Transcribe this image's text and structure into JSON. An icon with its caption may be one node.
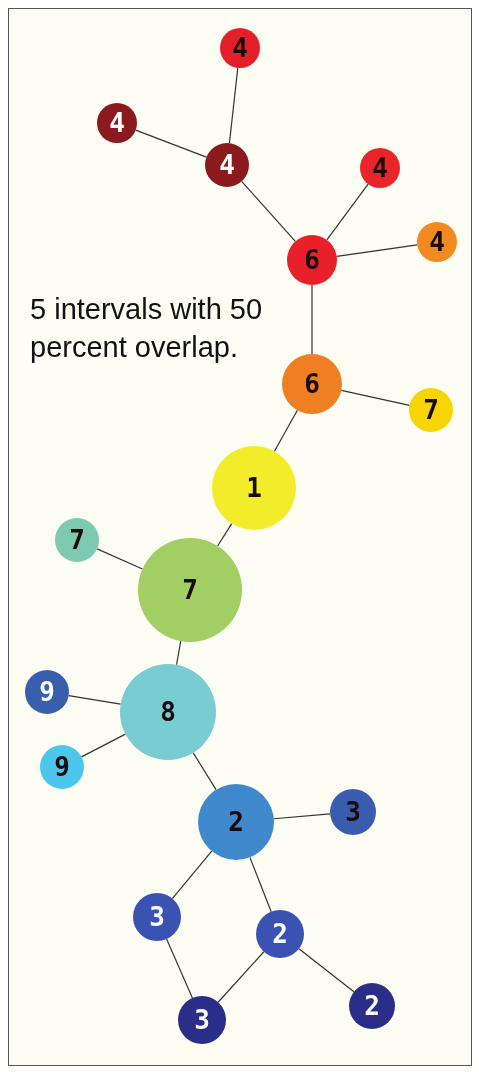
{
  "diagram": {
    "nodes": [
      {
        "text": [
          "4"
        ]
      },
      {
        "text": [
          "4"
        ]
      },
      {
        "text": [
          "4"
        ]
      },
      {
        "text": [
          "4"
        ]
      },
      {
        "text": [
          "6"
        ]
      },
      {
        "text": [
          "4"
        ]
      },
      {
        "text": [
          "6"
        ]
      },
      {
        "text": [
          "7"
        ]
      },
      {
        "text": [
          "1"
        ]
      },
      {
        "text": [
          "7"
        ]
      },
      {
        "text": [
          "7"
        ]
      },
      {
        "text": [
          "9"
        ]
      },
      {
        "text": [
          "8"
        ]
      },
      {
        "text": [
          "9"
        ]
      },
      {
        "text": [
          "2"
        ]
      },
      {
        "text": [
          "3"
        ]
      },
      {
        "text": [
          "3"
        ]
      },
      {
        "text": [
          "2"
        ]
      },
      {
        "text": [
          "2"
        ]
      },
      {
        "text": [
          "3"
        ]
      }
    ],
    "edges": [
      {
        "from": 0,
        "to": 2,
        "arrow": "none"
      },
      {
        "from": 1,
        "to": 2,
        "arrow": "none"
      },
      {
        "from": 2,
        "to": 4,
        "arrow": "none"
      },
      {
        "from": 3,
        "to": 4,
        "arrow": "none"
      },
      {
        "from": 5,
        "to": 4,
        "arrow": "none"
      },
      {
        "from": 4,
        "to": 6,
        "arrow": "none"
      },
      {
        "from": 6,
        "to": 7,
        "arrow": "none"
      },
      {
        "from": 6,
        "to": 8,
        "arrow": "none"
      },
      {
        "from": 8,
        "to": 10,
        "arrow": "none"
      },
      {
        "from": 9,
        "to": 10,
        "arrow": "none"
      },
      {
        "from": 10,
        "to": 12,
        "arrow": "none"
      },
      {
        "from": 11,
        "to": 12,
        "arrow": "none"
      },
      {
        "from": 13,
        "to": 12,
        "arrow": "none"
      },
      {
        "from": 12,
        "to": 14,
        "arrow": "none"
      },
      {
        "from": 14,
        "to": 15,
        "arrow": "none"
      },
      {
        "from": 14,
        "to": 16,
        "arrow": "none"
      },
      {
        "from": 14,
        "to": 17,
        "arrow": "none"
      },
      {
        "from": 16,
        "to": 19,
        "arrow": "none"
      },
      {
        "from": 19,
        "to": 17,
        "arrow": "none"
      },
      {
        "from": 17,
        "to": 18,
        "arrow": "none"
      }
    ],
    "labels": [
      "5 intervals with 50 percent overlap."
    ]
  }
}
